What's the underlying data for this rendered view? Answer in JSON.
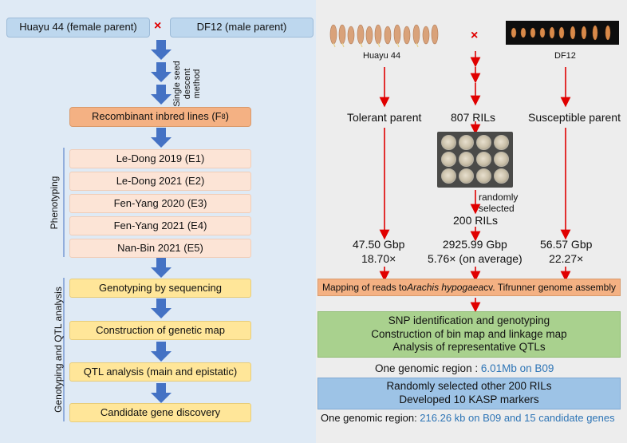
{
  "left": {
    "female_parent": "Huayu 44 (female parent)",
    "male_parent": "DF12 (male parent)",
    "cross_symbol": "×",
    "ssd_lines": [
      "Single seed",
      "descent",
      "method"
    ],
    "ril_label": "Recombinant inbred lines (F",
    "ril_sub": "8",
    "ril_close": ")",
    "phenotyping_label": "Phenotyping",
    "environments": [
      "Le-Dong 2019 (E1)",
      "Le-Dong 2021 (E2)",
      "Fen-Yang 2020 (E3)",
      "Fen-Yang 2021 (E4)",
      "Nan-Bin 2021 (E5)"
    ],
    "genotyping_label": "Genotyping and QTL analysis",
    "steps": [
      "Genotyping by sequencing",
      "Construction of genetic map",
      "QTL analysis (main and epistatic)",
      "Candidate gene discovery"
    ]
  },
  "right": {
    "huayu_label": "Huayu 44",
    "df12_label": "DF12",
    "cross_symbol": "×",
    "tolerant": "Tolerant parent",
    "rils": "807 RILs",
    "susceptible": "Susceptible parent",
    "randomly_selected": [
      "randomly",
      "selected"
    ],
    "rils200": "200 RILs",
    "seq_left": [
      "47.50 Gbp",
      "18.70×"
    ],
    "seq_mid": [
      "2925.99 Gbp",
      "5.76× (on average)"
    ],
    "seq_right": [
      "56.57 Gbp",
      "22.27×"
    ],
    "mapping_pre": "Mapping of reads to ",
    "mapping_ital": "Arachis hypogaea",
    "mapping_post": " cv. Tifrunner genome assembly",
    "snp_lines": [
      "SNP identification and genotyping",
      "Construction of bin map and linkage map",
      "Analysis of representative QTLs"
    ],
    "region1_pre": "One genomic region : ",
    "region1_val": "6.01Mb on B09",
    "kasp_lines": [
      "Randomly selected other  200 RILs",
      "Developed 10 KASP markers"
    ],
    "region2_pre": "One genomic region: ",
    "region2_val": "216.26 kb on B09 and 15 candidate genes"
  },
  "colors": {
    "left_bg": "#dfeaf5",
    "right_bg": "#ededed",
    "arrow_blue": "#4472c4",
    "arrow_red": "#e00000",
    "highlight_blue": "#2e75b6"
  }
}
